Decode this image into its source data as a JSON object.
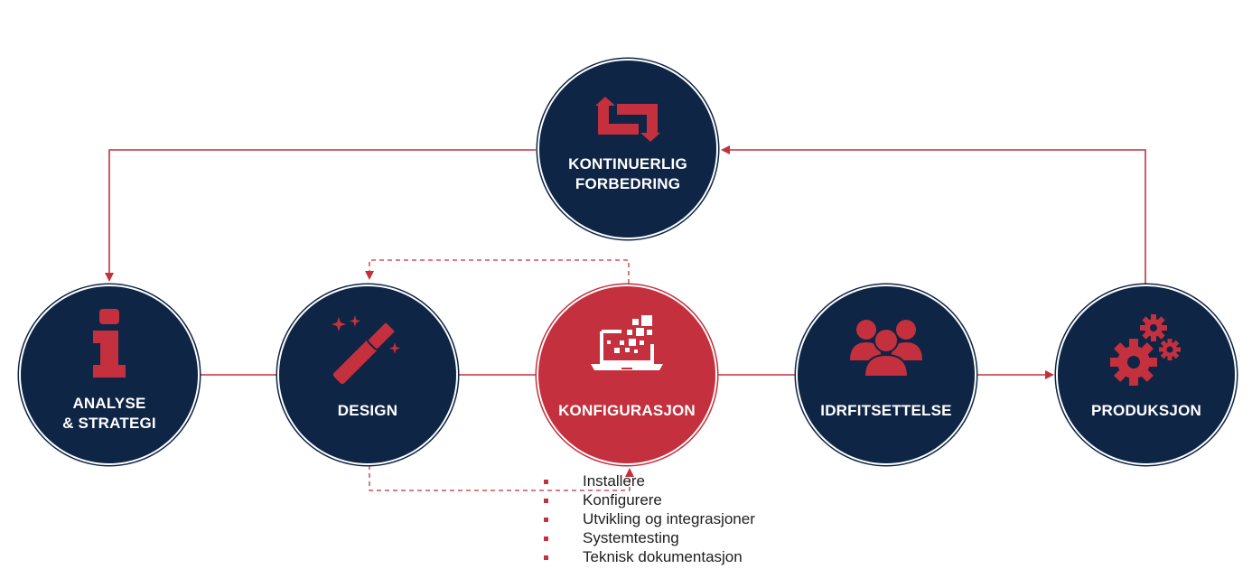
{
  "colors": {
    "navy": "#0f2545",
    "red": "#c4303d",
    "text": "#1e1e1e"
  },
  "nodes": {
    "kontinuerlig": {
      "label": "KONTINUERLIG\nFORBEDRING",
      "icon": "refresh-icon"
    },
    "analyse": {
      "label": "ANALYSE\n& STRATEGI",
      "icon": "info-icon"
    },
    "design": {
      "label": "DESIGN",
      "icon": "magic-wand-icon"
    },
    "konfigurasjon": {
      "label": "KONFIGURASJON",
      "icon": "laptop-pixels-icon"
    },
    "idrift": {
      "label": "IDRFITSETTELSE",
      "icon": "people-group-icon"
    },
    "produksjon": {
      "label": "PRODUKSJON",
      "icon": "gears-icon"
    }
  },
  "bullets": [
    "Installere",
    "Konfigurere",
    "Utvikling og integrasjoner",
    "Systemtesting",
    "Teknisk dokumentasjon"
  ]
}
